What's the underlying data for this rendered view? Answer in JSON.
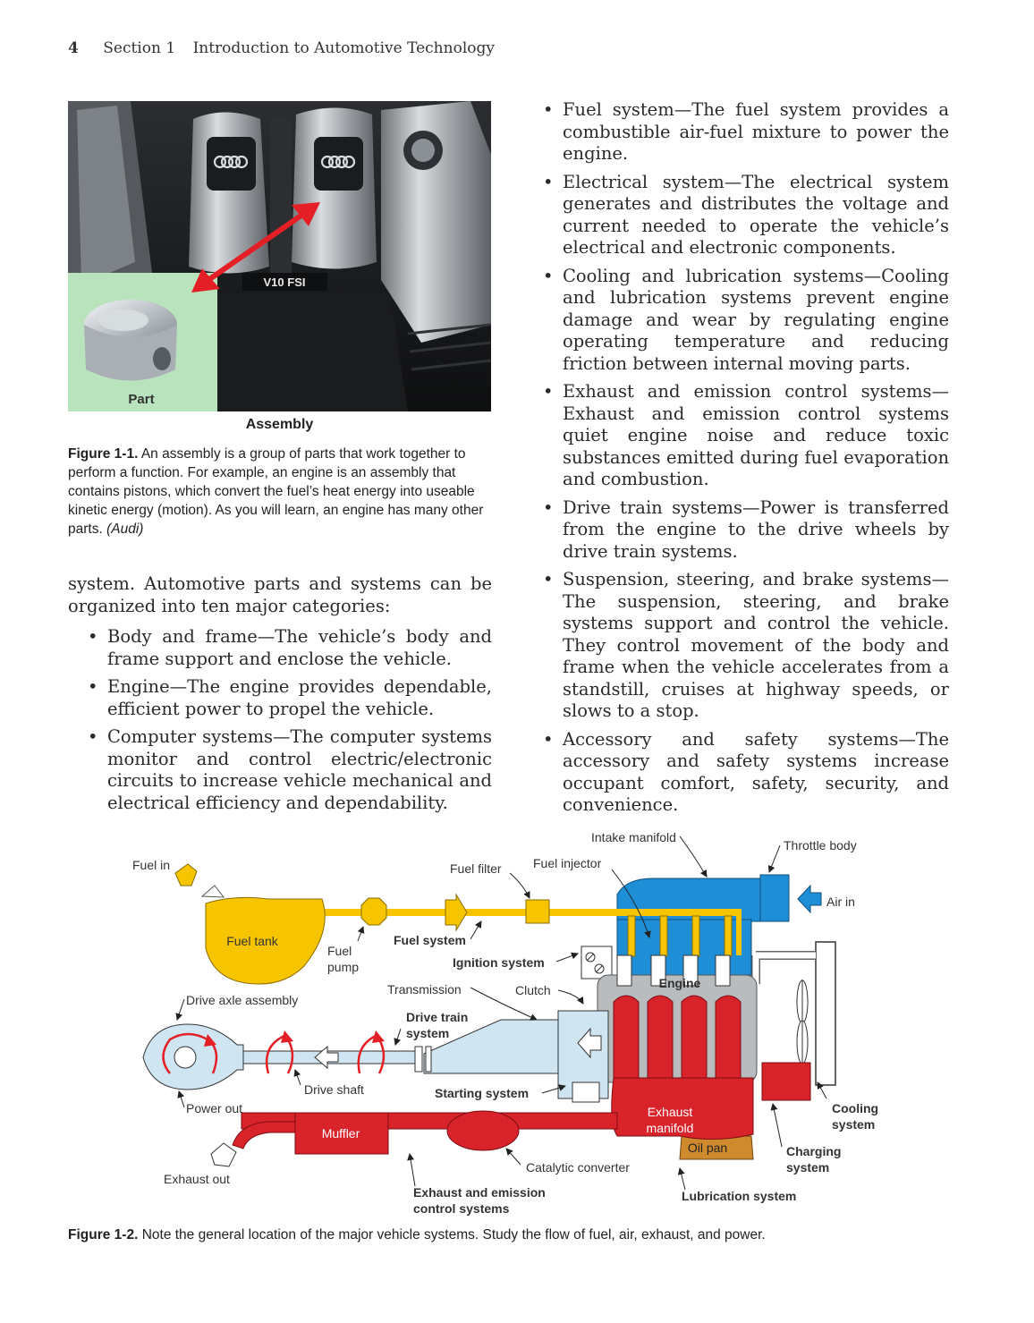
{
  "header": {
    "page_number": "4",
    "section": "Section 1",
    "title": "Introduction to Automotive Technology"
  },
  "figure1": {
    "badge": "V10 FSI",
    "part_label": "Part",
    "assembly_label": "Assembly",
    "caption_label": "Figure 1-1.",
    "caption_text": " An assembly is a group of parts that work together to perform a function. For example, an engine is an assembly that contains pistons, which convert the fuel’s heat energy into useable kinetic energy (motion). As you will learn, an engine has many other parts. ",
    "caption_credit": "(Audi)"
  },
  "body": {
    "intro": "system. Automotive parts and systems can be organized into ten major categories:",
    "left_items": [
      "Body and frame—The vehicle’s body and frame support and enclose the vehicle.",
      "Engine—The engine provides dependable, efficient power to propel the vehicle.",
      "Computer systems—The computer systems monitor and control electric/electronic circuits to increase vehicle mechanical and electrical efficiency and dependability."
    ],
    "right_items": [
      "Fuel system—The fuel system provides a combustible air-fuel mixture to power the engine.",
      "Electrical system—The electrical system generates and distributes the voltage and current needed to operate the vehicle’s electrical and electronic components.",
      "Cooling and lubrication systems—Cooling and lubrication systems prevent engine damage and wear by regulating engine operating temperature and reducing friction between internal moving parts.",
      "Exhaust and emission control systems—Exhaust and emission control systems quiet engine noise and reduce toxic substances emitted during fuel evaporation and combustion.",
      "Drive train systems—Power is transferred from the engine to the drive wheels by drive train systems.",
      "Suspension, steering, and brake systems—The suspension, steering, and brake systems support and control the vehicle. They control movement of the body and frame when the vehicle accelerates from a standstill, cruises at highway speeds, or slows to a stop.",
      "Accessory and safety systems—The accessory and safety systems increase occupant comfort, safety, security, and convenience."
    ]
  },
  "diagram": {
    "intake_manifold": "Intake manifold",
    "throttle_body": "Throttle body",
    "fuel_in": "Fuel in",
    "fuel_filter": "Fuel filter",
    "fuel_injector": "Fuel injector",
    "air_in": "Air in",
    "fuel_tank": "Fuel tank",
    "fuel": "Fuel",
    "pump": "pump",
    "fuel_system": "Fuel system",
    "ignition_system": "Ignition system",
    "transmission": "Transmission",
    "clutch": "Clutch",
    "engine": "Engine",
    "drive_axle_assembly": "Drive axle assembly",
    "drive_train": "Drive train",
    "system": "system",
    "drive_shaft": "Drive shaft",
    "starting_system": "Starting system",
    "power_out": "Power out",
    "exhaust": "Exhaust",
    "manifold": "manifold",
    "cooling": "Cooling",
    "muffler": "Muffler",
    "oil_pan": "Oil pan",
    "charging": "Charging",
    "catalytic_converter": "Catalytic converter",
    "exhaust_out": "Exhaust out",
    "exhaust_emission_1": "Exhaust and emission",
    "exhaust_emission_2": "control systems",
    "lubrication_system": "Lubrication system"
  },
  "figure2": {
    "caption_label": "Figure 1-2.",
    "caption_text": " Note the general location of the major vehicle systems. Study the flow of fuel, air, exhaust, and power."
  },
  "colors": {
    "fuel_yellow": "#F6C500",
    "intake_blue": "#1E8FD6",
    "engine_red": "#D8232A",
    "light_blue": "#CFE6F2",
    "oil_orange": "#CF8A2E",
    "engine_gray": "#B9BCBF"
  }
}
